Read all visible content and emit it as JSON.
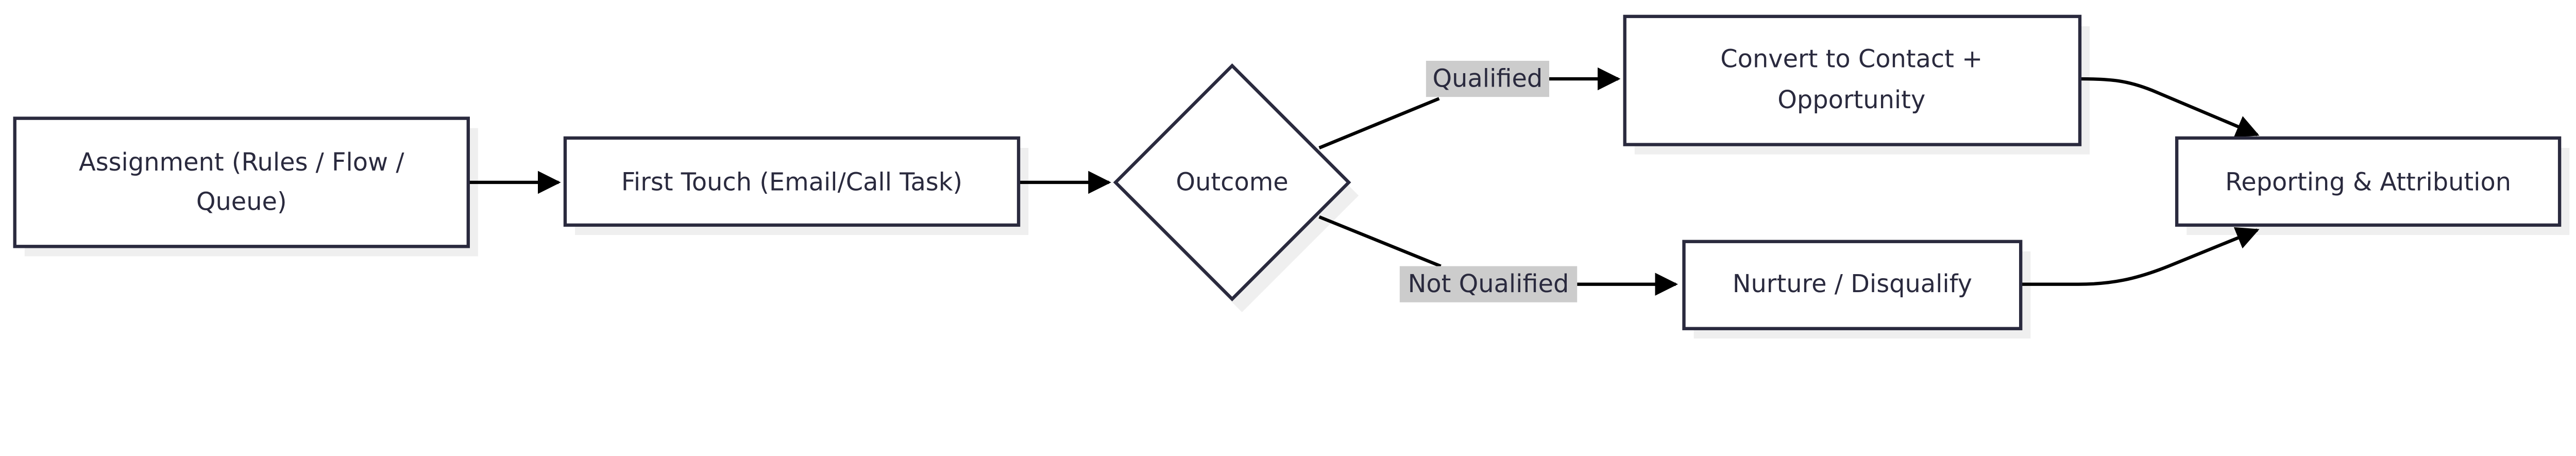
{
  "nodes": {
    "assignment": {
      "lines": [
        "Assignment (Rules / Flow /",
        "Queue)"
      ]
    },
    "first_touch": {
      "label": "First Touch (Email/Call Task)"
    },
    "outcome": {
      "label": "Outcome"
    },
    "convert": {
      "lines": [
        "Convert to Contact +",
        "Opportunity"
      ]
    },
    "nurture": {
      "label": "Nurture / Disqualify"
    },
    "reporting": {
      "label": "Reporting & Attribution"
    }
  },
  "edges": {
    "qualified": "Qualified",
    "not_qualified": "Not Qualified"
  },
  "colors": {
    "node_border": "#2a2a3e",
    "edge": "#000000",
    "edge_label_bg": "#cccccc",
    "shadow": "#efefef"
  }
}
